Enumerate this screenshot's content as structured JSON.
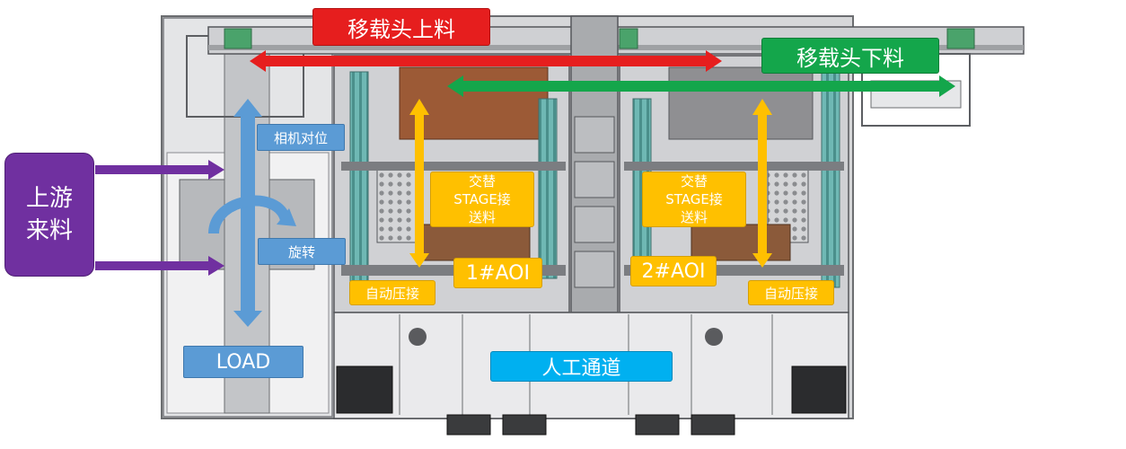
{
  "labels": {
    "transfer_load": "移载头上料",
    "transfer_unload": "移载头下料",
    "camera_align": "相机对位",
    "rotate": "旋转",
    "load": "LOAD",
    "upstream_line1": "上游",
    "upstream_line2": "来料",
    "stage_left_line1": "交替",
    "stage_left_line2": "STAGE接",
    "stage_left_line3": "送料",
    "stage_right_line1": "交替",
    "stage_right_line2": "STAGE接",
    "stage_right_line3": "送料",
    "aoi1": "1#AOI",
    "aoi2": "2#AOI",
    "auto_press_left": "自动压接",
    "auto_press_right": "自动压接",
    "manual_aisle": "人工通道"
  },
  "colors": {
    "red": "#e61e1e",
    "green": "#14a64b",
    "blue": "#5b9bd5",
    "purple": "#7030a0",
    "orange": "#ffc000",
    "cyan": "#00b0f0",
    "machine_gray": "#c8c9cb"
  }
}
